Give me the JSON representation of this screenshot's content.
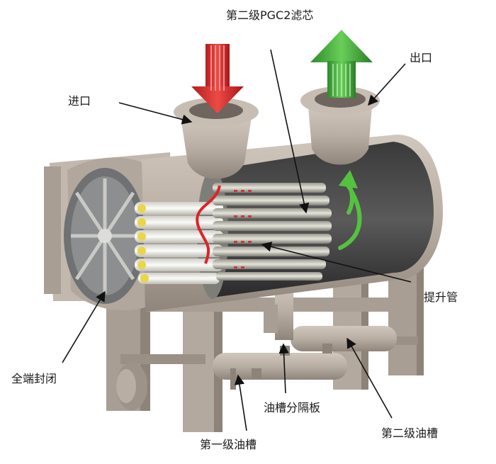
{
  "labels": {
    "pgc2_filter": "第二级PGC2滤芯",
    "inlet": "进口",
    "outlet": "出口",
    "riser": "提升管",
    "full_end_seal": "全端封闭",
    "sump_baffle": "油槽分隔板",
    "first_sump": "第一级油槽",
    "second_sump": "第二级油槽"
  },
  "colors": {
    "body": "#b9aea3",
    "body_dark": "#8f857b",
    "inlet_arrow": "#d8262a",
    "outlet_arrow": "#3fa43c",
    "flow_arrow": "#55c23f",
    "filter_white": "#f1f1ee",
    "filter_yellow": "#e9d64a",
    "leader": "#111111"
  }
}
